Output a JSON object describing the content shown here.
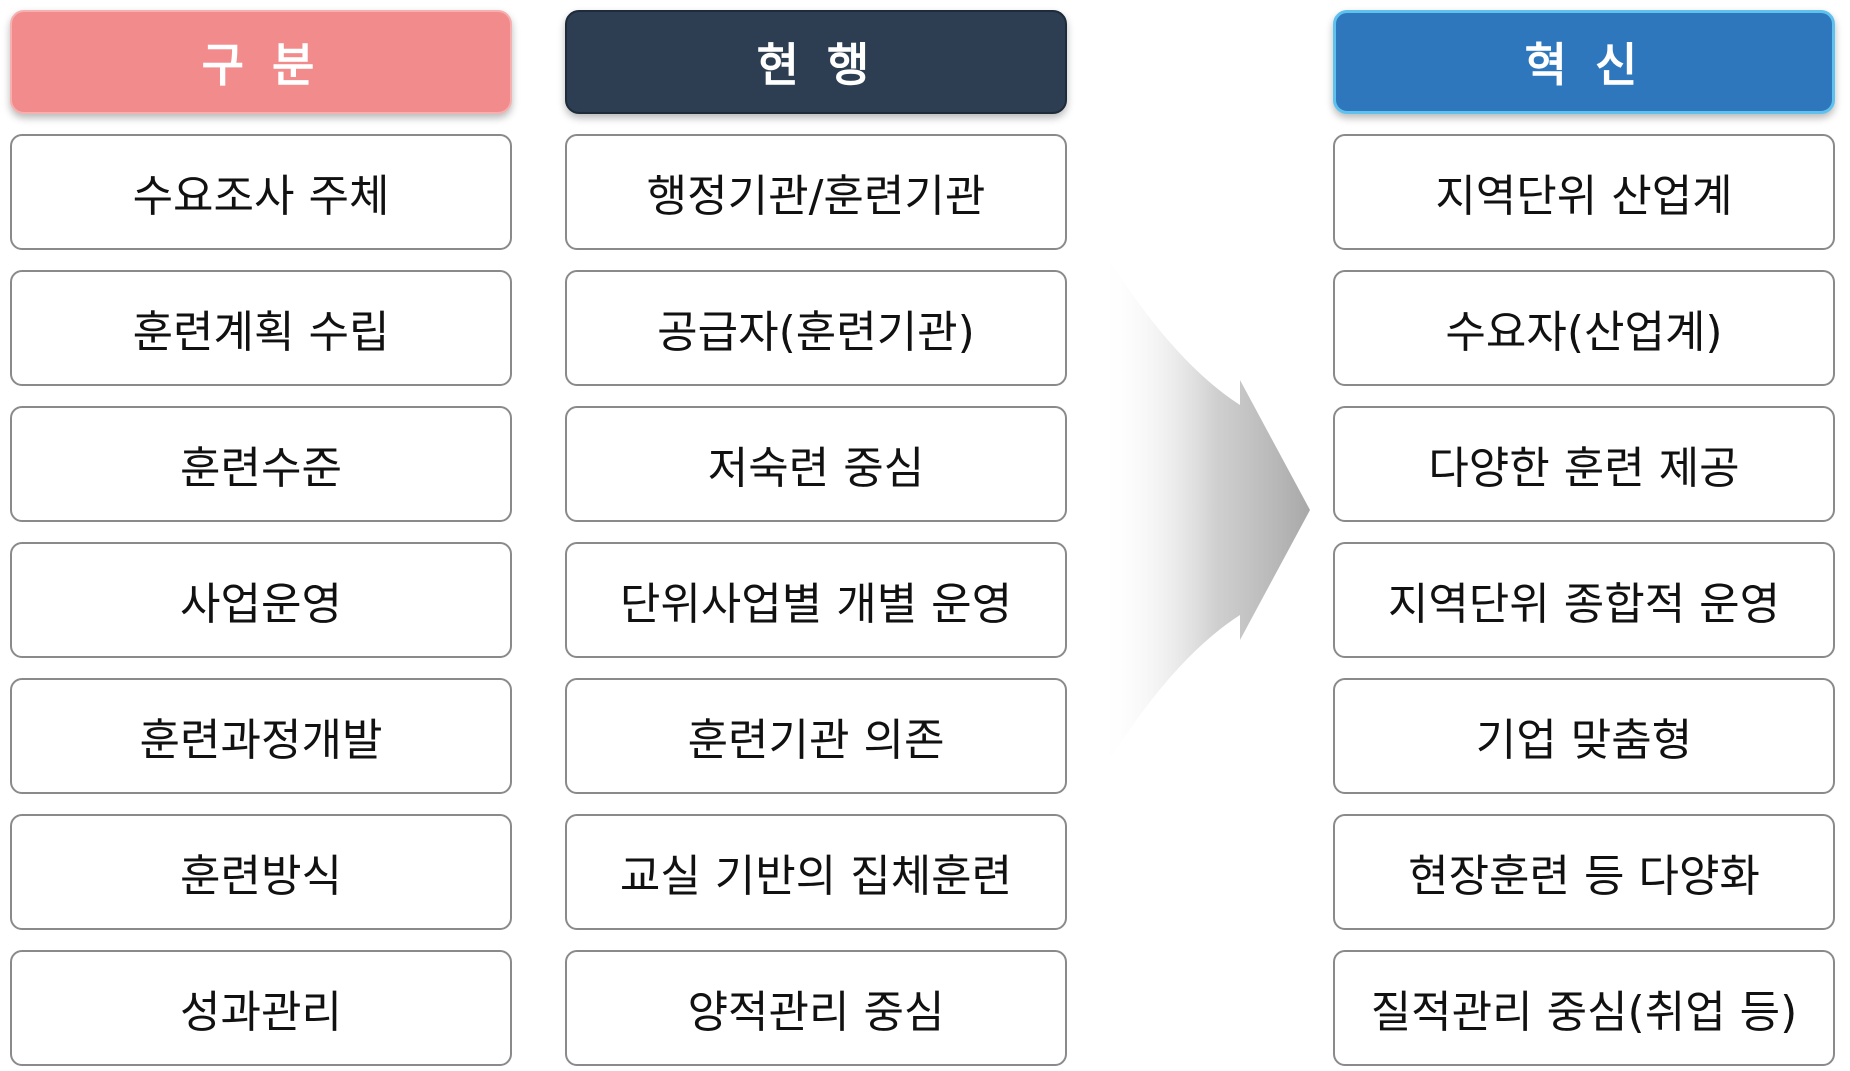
{
  "headers": {
    "category": "구 분",
    "current": "현 행",
    "innovation": "혁 신"
  },
  "rows": [
    {
      "category": "수요조사 주체",
      "current": "행정기관/훈련기관",
      "innovation": "지역단위 산업계"
    },
    {
      "category": "훈련계획 수립",
      "current": "공급자(훈련기관)",
      "innovation": "수요자(산업계)"
    },
    {
      "category": "훈련수준",
      "current": "저숙련 중심",
      "innovation": "다양한 훈련 제공"
    },
    {
      "category": "사업운영",
      "current": "단위사업별 개별 운영",
      "innovation": "지역단위 종합적 운영"
    },
    {
      "category": "훈련과정개발",
      "current": "훈련기관 의존",
      "innovation": "기업 맞춤형"
    },
    {
      "category": "훈련방식",
      "current": "교실 기반의 집체훈련",
      "innovation": "현장훈련 등 다양화"
    },
    {
      "category": "성과관리",
      "current": "양적관리 중심",
      "innovation": "질적관리 중심(취업 등)"
    }
  ],
  "colors": {
    "category_header": "#f28c8c",
    "current_header": "#2d3e52",
    "innovation_header": "#2f77bd",
    "innovation_header_border": "#5fc2ee",
    "arrow": "#a8a8a8"
  },
  "icons": {
    "transition": "right-arrow-icon"
  }
}
